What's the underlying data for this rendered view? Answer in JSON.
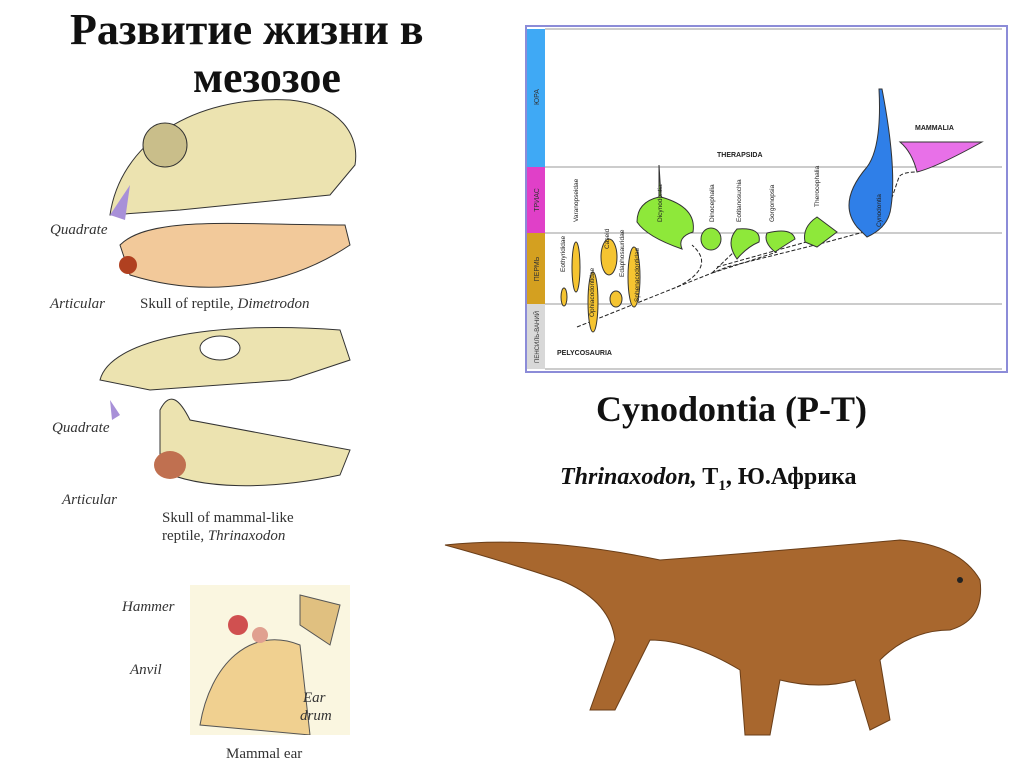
{
  "title": {
    "line1": "Развитие жизни в",
    "line2": "мезозое"
  },
  "skulls": {
    "quadrate1": "Quadrate",
    "articular1": "Articular",
    "caption1_prefix": "Skull of reptile, ",
    "caption1_taxon": "Dimetrodon",
    "quadrate2": "Quadrate",
    "articular2": "Articular",
    "caption2_line1": "Skull of mammal-like",
    "caption2_prefix": "reptile, ",
    "caption2_taxon": "Thrinaxodon"
  },
  "ear": {
    "hammer": "Hammer",
    "anvil": "Anvil",
    "ear_drum_1": "Ear",
    "ear_drum_2": "drum",
    "caption": "Mammal ear"
  },
  "diagram": {
    "periods": [
      {
        "name": "ЮРА",
        "color": "#3fa9f5"
      },
      {
        "name": "ТРИАС",
        "color": "#e040c8"
      },
      {
        "name": "ПЕРМЬ",
        "color": "#d4a020"
      },
      {
        "name": "ПЕНСИЛЬ-ВАНИЙ",
        "color": "#d8d8d8"
      }
    ],
    "groups": {
      "therapsida": "THERAPSIDA",
      "mammalia": "MAMMALIA",
      "pelycosauria": "PELYCOSAURIA"
    },
    "taxa": [
      "Eothyrididae",
      "Varanopseidae",
      "Ophiacodontidae",
      "Caseid",
      "Edaphosauridae",
      "Sphenacodontidae",
      "Dicynodontia",
      "Dinocephalia",
      "Eotitanosuchia",
      "Gorgonopsia",
      "Therocephalia",
      "Cynodontia"
    ],
    "colors": {
      "pelycosaur": "#f5c431",
      "therapsid": "#8ee83a",
      "cynodont": "#2f7fe8",
      "mammal": "#e870e8"
    }
  },
  "heading": "Cynodontia (P-T)",
  "subtitle": {
    "genus": "Thrinaxodon,",
    "stage": "T",
    "stage_sub": "1",
    "place": ", Ю.Африка"
  }
}
